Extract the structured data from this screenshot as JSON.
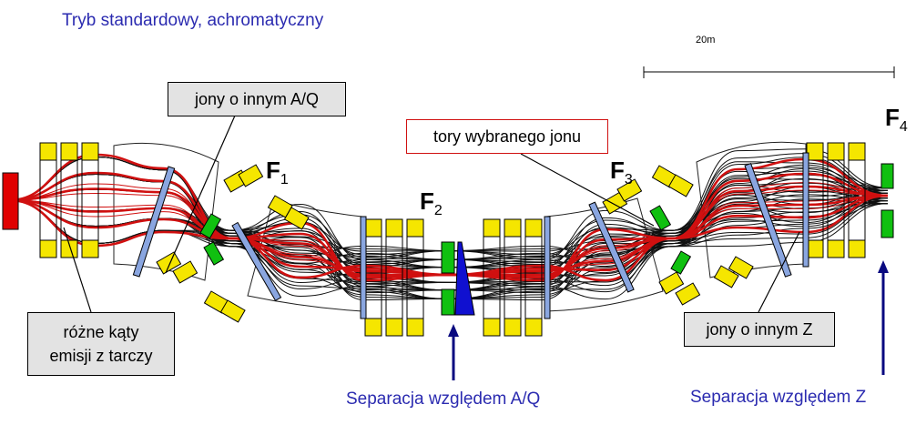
{
  "title": "Tryb standardowy, achromatyczny",
  "scale_label": "20m",
  "labels": {
    "other_aq": "jony o innym A/Q",
    "selected_tracks": "tory wybranego jonu",
    "emission_angles_line1": "różne kąty",
    "emission_angles_line2": "emisji z tarczy",
    "other_z": "jony o innym Z"
  },
  "focal_planes": [
    {
      "letter": "F",
      "index": "1"
    },
    {
      "letter": "F",
      "index": "2"
    },
    {
      "letter": "F",
      "index": "3"
    },
    {
      "letter": "F",
      "index": "4"
    }
  ],
  "separation": {
    "aq": "Separacja względem A/Q",
    "z": "Separacja względem Z"
  },
  "colors": {
    "title_text": "#2b2bb0",
    "arrow": "#0a0a80",
    "selected_track": "#d01010",
    "other_track": "#111111",
    "target": "#e00000",
    "magnet_yellow": "#f5e600",
    "slit_green": "#10c010",
    "degrader_blue": "#1010d0",
    "dipole_blue": "#8aa6e0",
    "label_box": "#e3e3e3"
  }
}
